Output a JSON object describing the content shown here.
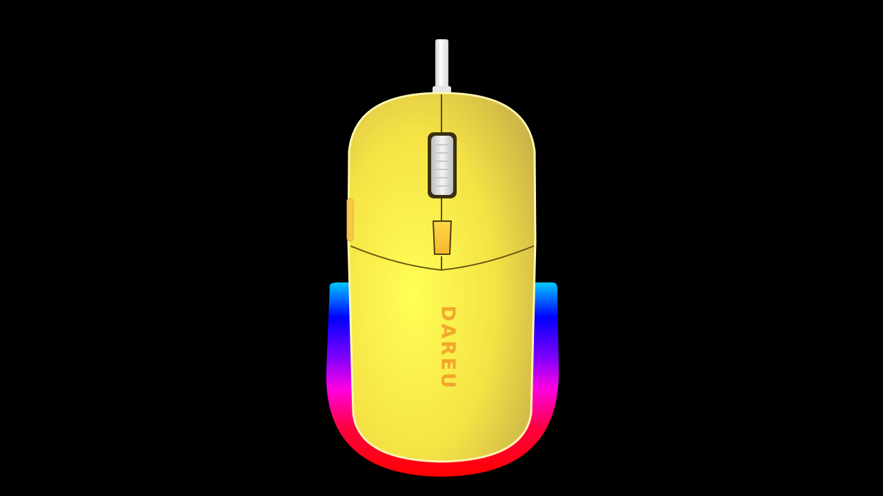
{
  "product": {
    "brand": "DAREU",
    "subject": "gaming mouse",
    "view": "top-down"
  },
  "colors": {
    "background": "#000000",
    "body": "#fff04a",
    "body_shadow": "#c9b445",
    "seam": "#5a4a10",
    "brand_text": "#f0a02a",
    "cable": "#f2f2f2",
    "wheel": "#e8e8e8",
    "dpi_button": "#ffc93a",
    "rgb_glow": [
      "#00c8ff",
      "#0000ff",
      "#8a00ff",
      "#ff00e0",
      "#ff0030",
      "#ff0000"
    ]
  },
  "parts": {
    "cable": "cable",
    "scroll_wheel": "scroll wheel",
    "dpi_button": "DPI button",
    "side_buttons": "side buttons",
    "rgb_underglow": "RGB underglow"
  }
}
